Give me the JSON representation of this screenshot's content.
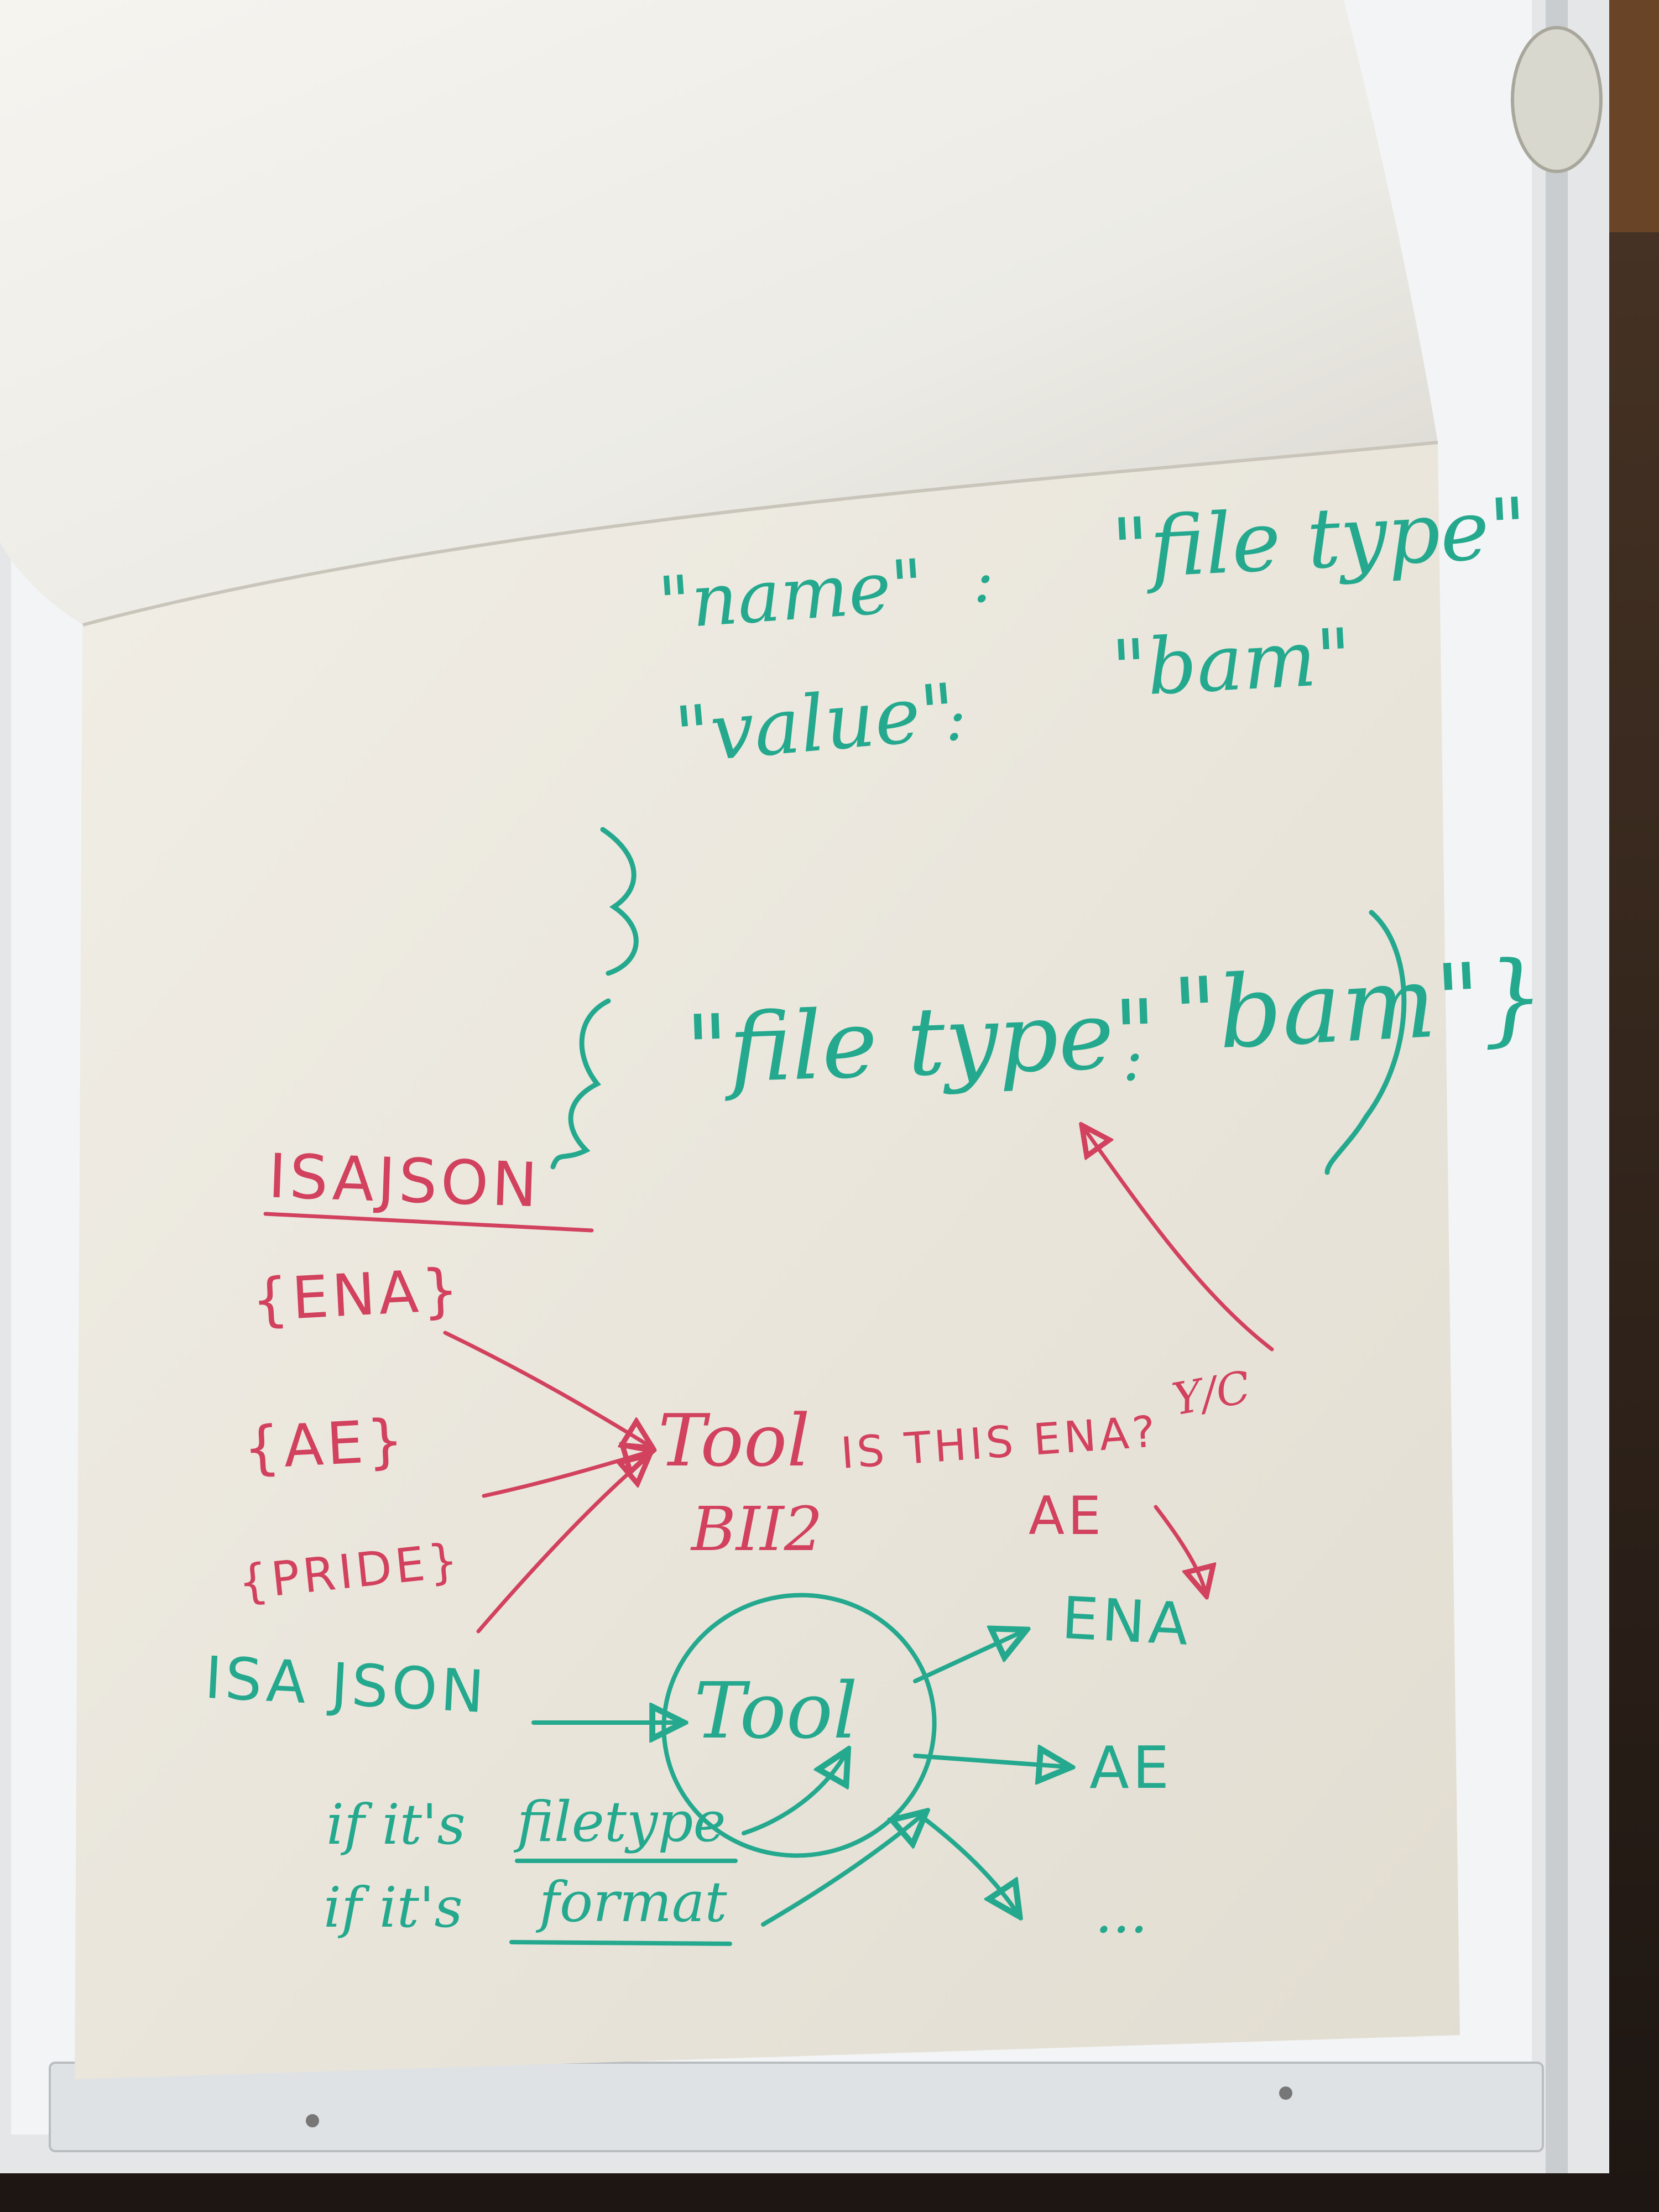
{
  "colors": {
    "green_marker": "#25a98e",
    "red_marker": "#d2415e",
    "paper": "#ebe7dc",
    "board_frame": "#e4e6e8"
  },
  "green_top": {
    "name_key": "\"name\"",
    "colon": ":",
    "filetype_value": "\"file type\"",
    "value_key": "\"value\"",
    "bam_value": "\"bam\""
  },
  "green_middle": {
    "close_brace": "}",
    "open_brace": "{",
    "filetype_key": "\"file type\"",
    "colon": ":",
    "bam_value": "\"bam\"}"
  },
  "red_section": {
    "heading": "ISAJSON",
    "item_ena": "{ENA}",
    "item_ae": "{AE}",
    "item_pride": "{PRIDE}",
    "tool_label": "Tool",
    "tool_sub": "BII2",
    "question": "IS THIS ENA?",
    "answer": "Y/C",
    "ae_label": "AE"
  },
  "green_bottom": {
    "source": "ISA JSON",
    "tool": "Tool",
    "line1_prefix": "if it's",
    "line1_word": "filetype",
    "line2_prefix": "if it's",
    "line2_word": "format",
    "out_ena": "ENA",
    "out_ae": "AE",
    "out_more": "..."
  }
}
